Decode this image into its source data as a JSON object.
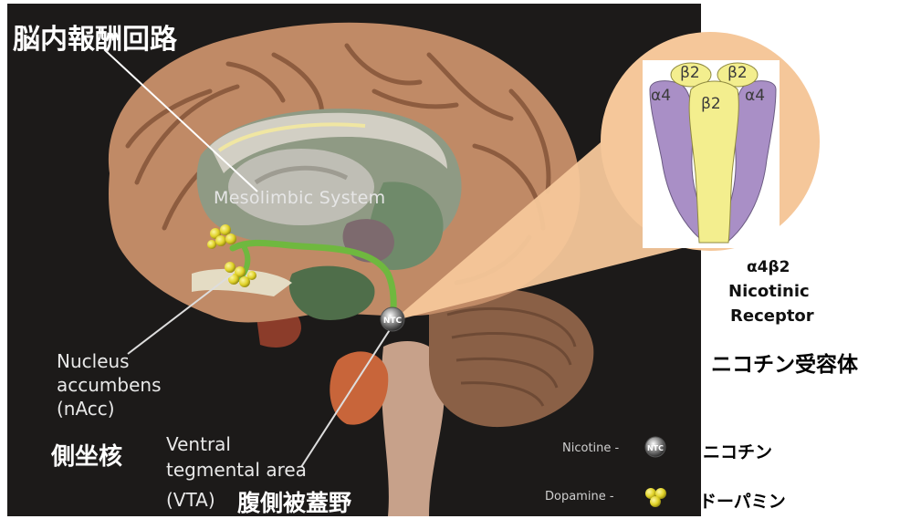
{
  "labels": {
    "reward_circuit_jp": "脳内報酬回路",
    "mesolimbic_system": "Mesolimbic System",
    "nacc_en_line1": "Nucleus",
    "nacc_en_line2": "accumbens",
    "nacc_en_line3": "(nAcc)",
    "nacc_jp": "側坐核",
    "vta_en_line1": "Ventral",
    "vta_en_line2": "tegmental area",
    "vta_en_line3": "(VTA)",
    "vta_jp": "腹側被蓋野",
    "ntc_badge": "NTC"
  },
  "receptor": {
    "subunits": {
      "b2_top_left": "β2",
      "b2_top_right": "β2",
      "b2_center": "β2",
      "a4_left": "α4",
      "a4_right": "α4"
    },
    "name_line1": "α4β2",
    "name_line2": "Nicotinic",
    "name_line3": "Receptor",
    "name_jp": "ニコチン受容体"
  },
  "legend": {
    "nicotine_en": "Nicotine -",
    "nicotine_badge": "NTC",
    "nicotine_jp": "ニコチン",
    "dopamine_en": "Dopamine -",
    "dopamine_jp": "ドーパミン"
  },
  "colors": {
    "background_panel": "#1c1a19",
    "cortex": "#c08a66",
    "pathway_green": "#6fb83f",
    "receptor_alpha4": "#a98fc6",
    "receptor_beta2": "#f3ee8e",
    "zoom_circle": "#f5c79a",
    "dopamine": "#e2d72a"
  }
}
